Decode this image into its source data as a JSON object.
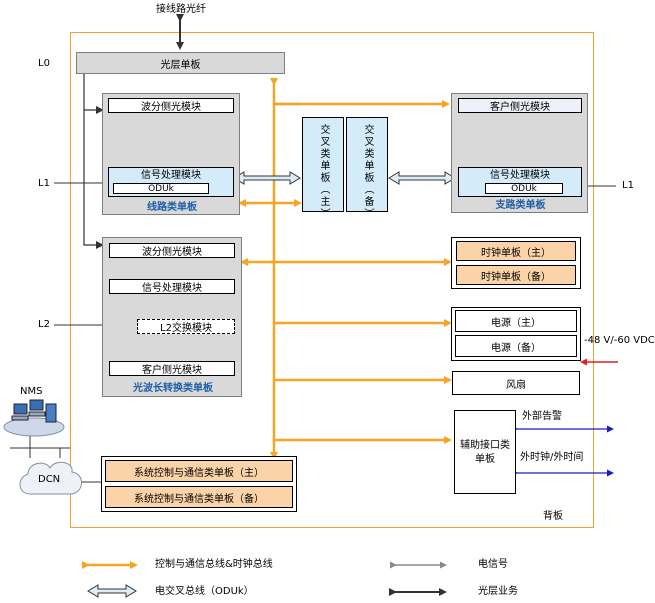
{
  "top_label": "接线路光纤",
  "optical_layer_board": "光层单板",
  "line_board": {
    "title": "线路类单板",
    "wdm_side_module": "波分侧光模块",
    "signal_module": "信号处理模块",
    "oduk": "ODUk"
  },
  "cross_boards": {
    "main": "交叉类单板（主）",
    "backup": "交叉类单板（备）"
  },
  "tributary_board": {
    "title": "支路类单板",
    "client_side_module": "客户侧光模块",
    "signal_module": "信号处理模块",
    "oduk": "ODUk"
  },
  "otu_board": {
    "title": "光波长转换类单板",
    "wdm_side_module": "波分侧光模块",
    "signal_module": "信号处理模块",
    "l2_module": "L2交换模块",
    "client_side_module": "客户侧光模块"
  },
  "clock_boards": {
    "main": "时钟单板（主）",
    "backup": "时钟单板（备）"
  },
  "power": {
    "main": "电源（主）",
    "backup": "电源（备）",
    "input": "-48 V/-60 VDC"
  },
  "fan": "风扇",
  "aux_board": {
    "title": "辅助接口类单板",
    "external_alarm": "外部告警",
    "external_clock": "外时钟/外时间"
  },
  "scc_boards": {
    "main": "系统控制与通信类单板（主）",
    "backup": "系统控制与通信类单板（备）"
  },
  "nms": "NMS",
  "dcn": "DCN",
  "backplane": "背板",
  "layer_labels": {
    "l0": "L0",
    "l1_left": "L1",
    "l1_right": "L1",
    "l2": "L2"
  },
  "legend": {
    "control_bus": "控制与通信总线&时钟总线",
    "cross_bus": "电交叉总线（ODUk）",
    "electrical_signal": "电信号",
    "optical_service": "光层业务"
  },
  "colors": {
    "orange_bus": "#f5a623",
    "chassis_border": "#f0a030",
    "grey_board": "#d9d9d9",
    "light_blue": "#d4ecfa",
    "orange_fill": "#fbd3a8",
    "blue_text": "#1f5fa8",
    "external_arrow": "#1a1acc",
    "power_arrow": "#e02020"
  }
}
